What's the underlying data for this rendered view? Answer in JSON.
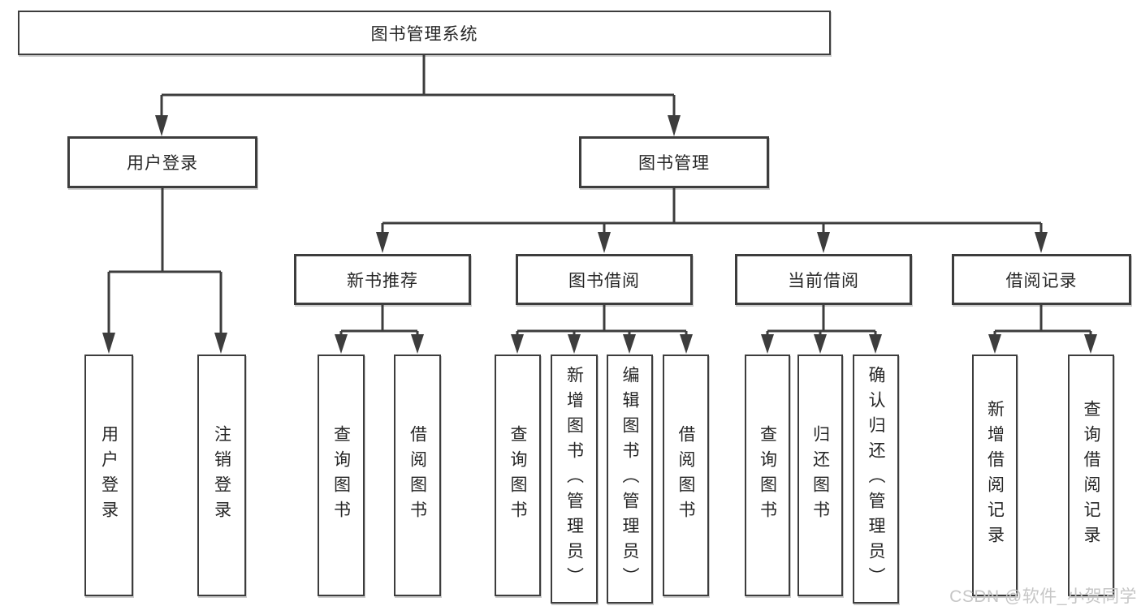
{
  "tree": {
    "root": {
      "label": "图书管理系统"
    },
    "branches": [
      {
        "label": "用户登录",
        "children": [
          {
            "label": "用户登录"
          },
          {
            "label": "注销登录"
          }
        ]
      },
      {
        "label": "图书管理",
        "children": [
          {
            "label": "新书推荐",
            "children": [
              {
                "label": "查询图书"
              },
              {
                "label": "借阅图书"
              }
            ]
          },
          {
            "label": "图书借阅",
            "children": [
              {
                "label": "查询图书"
              },
              {
                "label": "新增图书（管理员）"
              },
              {
                "label": "编辑图书（管理员）"
              },
              {
                "label": "借阅图书"
              }
            ]
          },
          {
            "label": "当前借阅",
            "children": [
              {
                "label": "查询图书"
              },
              {
                "label": "归还图书"
              },
              {
                "label": "确认归还（管理员）"
              }
            ]
          },
          {
            "label": "借阅记录",
            "children": [
              {
                "label": "新增借阅记录"
              },
              {
                "label": "查询借阅记录"
              }
            ]
          }
        ]
      }
    ]
  },
  "watermark": {
    "text": "CSDN @软件_小贺同学"
  },
  "colors": {
    "line": "#3d3d3d",
    "box_border": "#3d3d3d",
    "text": "#262626",
    "background": "#ffffff",
    "watermark": "#c6c6c6"
  }
}
